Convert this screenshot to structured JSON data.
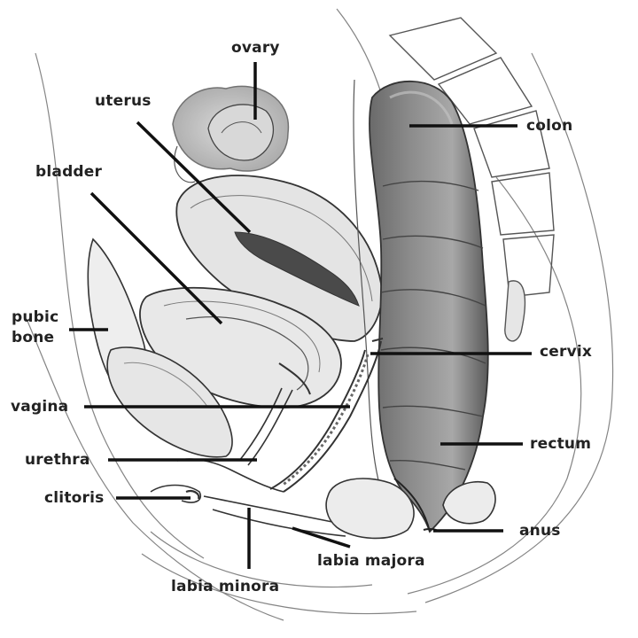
{
  "labels": {
    "ovary": "ovary",
    "uterus": "uterus",
    "bladder": "bladder",
    "colon": "colon",
    "pubic_bone_line1": "pubic",
    "pubic_bone_line2": "bone",
    "cervix": "cervix",
    "vagina": "vagina",
    "rectum": "rectum",
    "urethra": "urethra",
    "clitoris": "clitoris",
    "anus": "anus",
    "labia_majora": "labia majora",
    "labia_minora": "labia minora"
  },
  "colors": {
    "line": "#111111",
    "sketch": "#555555",
    "shade": "#9a9a9a",
    "dark_shade": "#4a4a4a"
  }
}
